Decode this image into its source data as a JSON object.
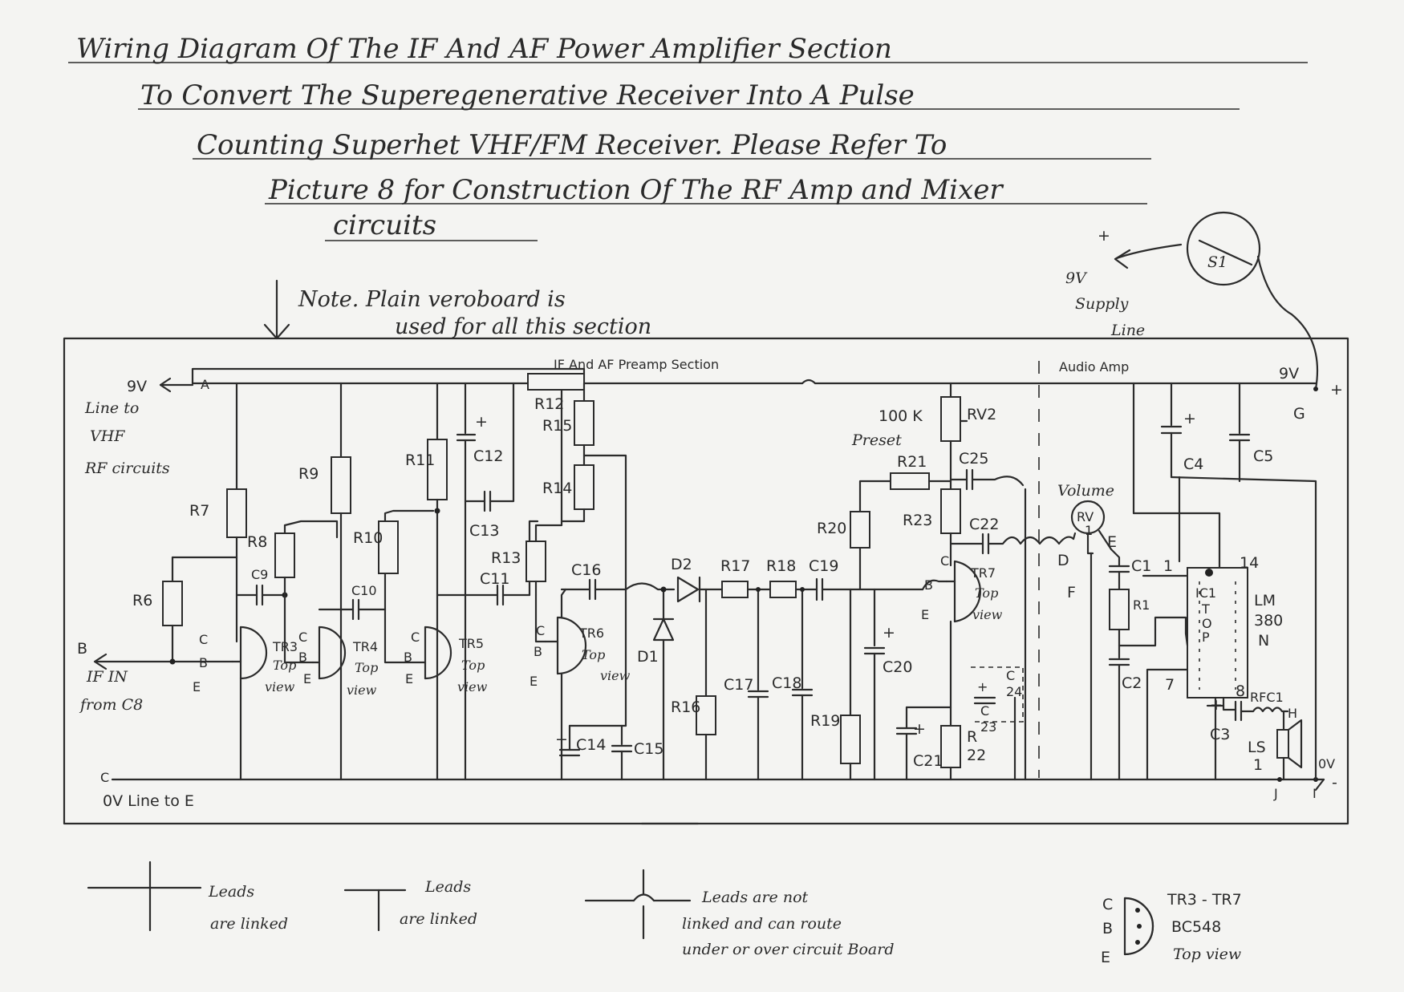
{
  "title_lines": [
    "Wiring Diagram Of The IF And AF Power Amplifier Section",
    "To Convert The Superegenerative Receiver Into A Pulse",
    "Counting Superhet VHF/FM Receiver. Please Refer To",
    "Picture 8 for Construction Of The RF Amp and Mixer",
    "circuits"
  ],
  "note_lines": [
    "Note. Plain veroboard is",
    "used for all this section"
  ],
  "supply": {
    "plus": "+",
    "switch": "S1",
    "label_lines": [
      "9V",
      "Supply",
      "Line"
    ]
  },
  "sections": {
    "preamp": "IF And AF Preamp Section",
    "audio": "Audio Amp"
  },
  "terminals": {
    "a_volt": "9V",
    "a": "A",
    "a_desc": [
      "Line to",
      "VHF",
      "RF circuits"
    ],
    "b": "B",
    "b_desc": [
      "IF IN",
      "from C8"
    ],
    "c": "C",
    "c_desc": "0V Line to E",
    "d": "D",
    "e": "E",
    "f": "F",
    "g_volt": "9V",
    "g": "G",
    "g_plus": "+",
    "ov": "0V",
    "j": "J",
    "i": "I",
    "minus": "-"
  },
  "components": {
    "R6": "R6",
    "R7": "R7",
    "R8": "R8",
    "R9": "R9",
    "R10": "R10",
    "R11": "R11",
    "R12": "R12",
    "R13": "R13",
    "R14": "R14",
    "R15": "R15",
    "R16": "R16",
    "R17": "R17",
    "R18": "R18",
    "R19": "R19",
    "R20": "R20",
    "R21": "R21",
    "R22": "R",
    "R22b": "22",
    "R23": "R23",
    "R1": "R1",
    "RV2": "RV2",
    "RV2_desc": [
      "100 K",
      "Preset"
    ],
    "RV1": "RV",
    "RV1b": "1",
    "volume": "Volume",
    "C1": "C1",
    "C2": "C2",
    "C3": "C3",
    "C4": "C4",
    "C5": "C5",
    "C9": "C9",
    "C10": "C10",
    "C11": "C11",
    "C12": "C12",
    "C13": "C13",
    "C14": "C14",
    "C15": "C15",
    "C16": "C16",
    "C17": "C17",
    "C18": "C18",
    "C19": "C19",
    "C20": "C20",
    "C21": "C21",
    "C22": "C22",
    "C23a": "C",
    "C23b": "23",
    "C24a": "C",
    "C24b": "24",
    "C25": "C25",
    "D1": "D1",
    "D2": "D2",
    "RFC1": "RFC1",
    "LS1": "LS",
    "LS1b": "1",
    "plus": "+"
  },
  "transistors": [
    {
      "name": "TR3",
      "top": "Top",
      "view": "view"
    },
    {
      "name": "TR4",
      "top": "Top",
      "view": "view"
    },
    {
      "name": "TR5",
      "top": "Top",
      "view": "view"
    },
    {
      "name": "TR6",
      "top": "Top",
      "view": "view"
    },
    {
      "name": "TR7",
      "top": "Top",
      "view": "view"
    }
  ],
  "pins": {
    "c": "C",
    "b": "B",
    "e": "E"
  },
  "ic": {
    "chip_label": [
      "IC1",
      "T",
      "O",
      "P"
    ],
    "type": [
      "LM",
      "380",
      "N"
    ],
    "pin1": "1",
    "pin7": "7",
    "pin8": "8",
    "pin14": "14"
  },
  "legend": [
    {
      "lines": [
        "Leads",
        "are linked"
      ]
    },
    {
      "lines": [
        "Leads",
        "are linked"
      ]
    },
    {
      "lines": [
        "Leads are not",
        "linked and can route",
        "under or over circuit Board"
      ]
    }
  ],
  "pinout": {
    "c": "C",
    "b": "B",
    "e": "E",
    "lines": [
      "TR3 - TR7",
      "BC548",
      "Top view"
    ]
  }
}
